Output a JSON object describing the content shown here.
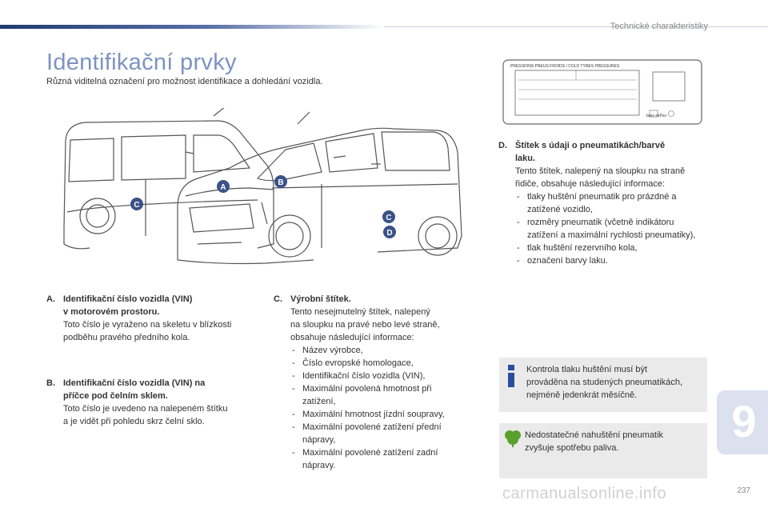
{
  "header": {
    "section_title": "Technické charakteristiky"
  },
  "title": "Identifikační prvky",
  "subtitle": "Různá viditelná označení pro možnost identifikace a dohledání vozidla.",
  "figure": {
    "markers": [
      "A",
      "B",
      "C",
      "C",
      "D"
    ],
    "marker_color": "#3b5287"
  },
  "tyre_label": {
    "header": "PRESSIONS PNEUS FROIDS / COLD TYRES PRESSURES",
    "units": "bars <kPa>"
  },
  "blocks": {
    "A": {
      "letter": "A.",
      "head_line1": "Identifikační číslo vozidla (VIN)",
      "head_line2": "v motorovém prostoru.",
      "body": [
        "Toto číslo je vyraženo na skeletu v blízkosti",
        "podběhu pravého předního kola."
      ]
    },
    "B": {
      "letter": "B.",
      "head_line1": "Identifikační číslo vozidla (VIN) na",
      "head_line2": "příčce pod čelním sklem.",
      "body": [
        "Toto číslo je uvedeno na nalepeném štítku",
        "a je vidět při pohledu skrz čelní sklo."
      ]
    },
    "C": {
      "letter": "C.",
      "head": "Výrobní štítek.",
      "body": [
        "Tento nesejmutelný štítek, nalepený",
        "na sloupku na pravé nebo levé straně,",
        "obsahuje následující informace:"
      ],
      "items": [
        "Název výrobce,",
        "Číslo evropské homologace,",
        "Identifikační číslo vozidla (VIN),",
        "Maximální povolená hmotnost při zatížení,",
        "Maximální hmotnost jízdní soupravy,",
        "Maximální povolené zatížení přední nápravy,",
        "Maximální povolené zatížení zadní nápravy."
      ]
    },
    "D": {
      "letter": "D.",
      "head_line1": "Štítek s údaji o pneumatikách/barvě",
      "head_line2": "laku.",
      "body": [
        "Tento štítek, nalepený na sloupku na straně",
        "řidiče, obsahuje následující informace:"
      ],
      "items": [
        "tlaky huštění pneumatik pro prázdné a zatížené vozidlo,",
        "rozměry pneumatik (včetně indikátoru zatížení a maximální rychlosti pneumatiky),",
        "tlak huštění rezervního kola,",
        "označení barvy laku."
      ]
    }
  },
  "notes": {
    "info": [
      "Kontrola tlaku huštění musí být",
      "prováděna na studených pneumatikách,",
      "nejméně jedenkrát měsíčně."
    ],
    "eco": [
      "Nedostatečné nahuštění pneumatik",
      "zvyšuje spotřebu paliva."
    ]
  },
  "chapter": "9",
  "page_number": "237",
  "watermark": "carmanualsonline.info",
  "colors": {
    "accent": "#3b5287",
    "title": "#7c93c2",
    "note_bg": "#eaeaea",
    "eco_icon": "#5aa02c",
    "info_icon": "#2a4c9c"
  }
}
